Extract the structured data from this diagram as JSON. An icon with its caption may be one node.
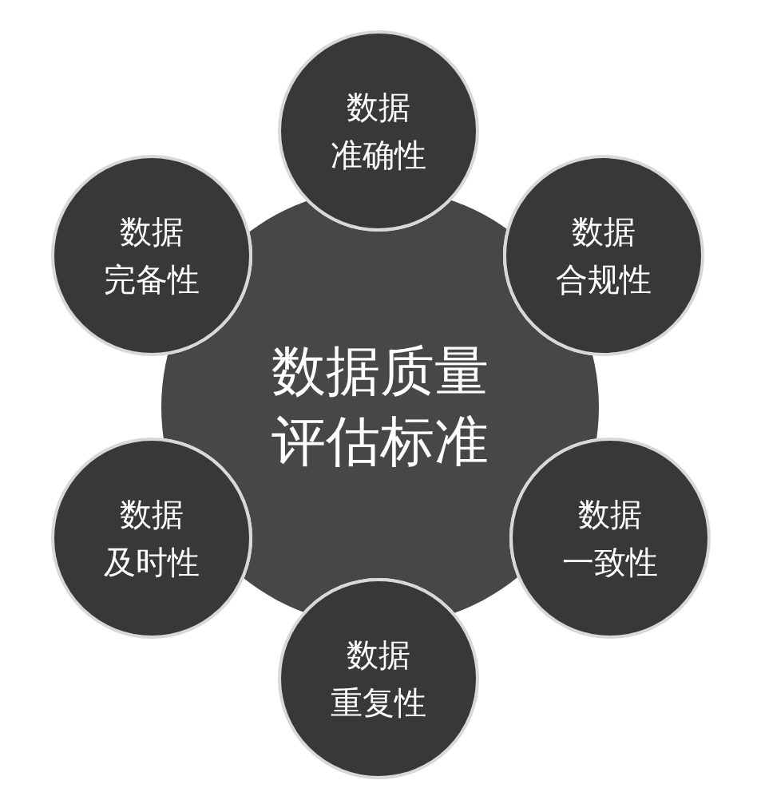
{
  "diagram": {
    "nodes": [
      {
        "text": [
          "数据",
          "准确性"
        ]
      },
      {
        "text": [
          "数据",
          "完备性"
        ]
      },
      {
        "text": [
          "数据",
          "合规性"
        ]
      },
      {
        "text": [
          "数据质量评估标准"
        ]
      },
      {
        "text": [
          "数据",
          "及时性"
        ]
      },
      {
        "text": [
          "数据",
          "一致性"
        ]
      },
      {
        "text": [
          "数据",
          "重复性"
        ]
      }
    ]
  }
}
